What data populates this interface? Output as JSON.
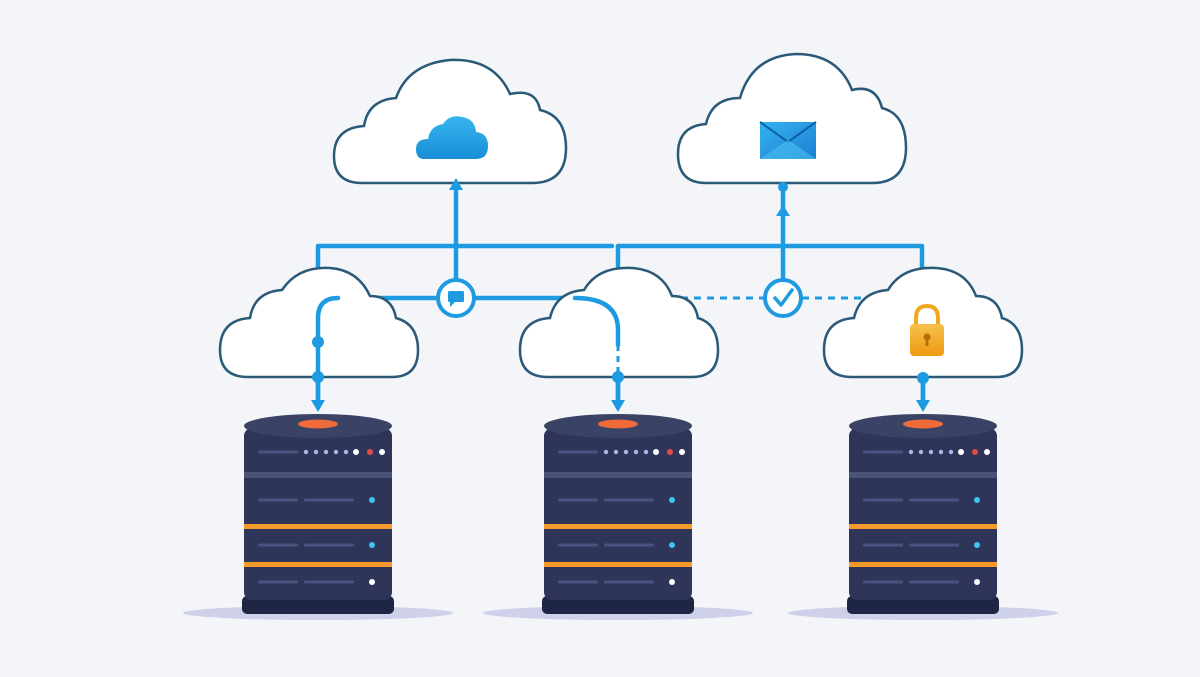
{
  "diagram": {
    "colors": {
      "background": "#f4f5f9",
      "connector": "#1e9be0",
      "cloud_stroke": "#2a5a78",
      "cloud_fill": "#ffffff",
      "server_body": "#2e3558",
      "server_dark": "#1f2544",
      "server_band": "#f59a2a",
      "server_top_glow": "#ef6b3a",
      "lock": "#f2a81d",
      "shadow": "#cfd0ea"
    },
    "top_clouds": [
      {
        "id": "cloud-storage",
        "icon": "cloud-icon"
      },
      {
        "id": "mail-service",
        "icon": "mail-icon"
      }
    ],
    "mid_clouds": [
      {
        "id": "left-cloud",
        "icon": ""
      },
      {
        "id": "center-cloud",
        "icon": ""
      },
      {
        "id": "right-cloud",
        "icon": "lock-icon"
      }
    ],
    "junctions": [
      {
        "id": "chat-junction",
        "icon": "chat-icon"
      },
      {
        "id": "check-junction",
        "icon": "check-icon"
      }
    ],
    "servers": [
      {
        "id": "server-left",
        "units": 4
      },
      {
        "id": "server-center",
        "units": 4
      },
      {
        "id": "server-right",
        "units": 4
      }
    ]
  }
}
